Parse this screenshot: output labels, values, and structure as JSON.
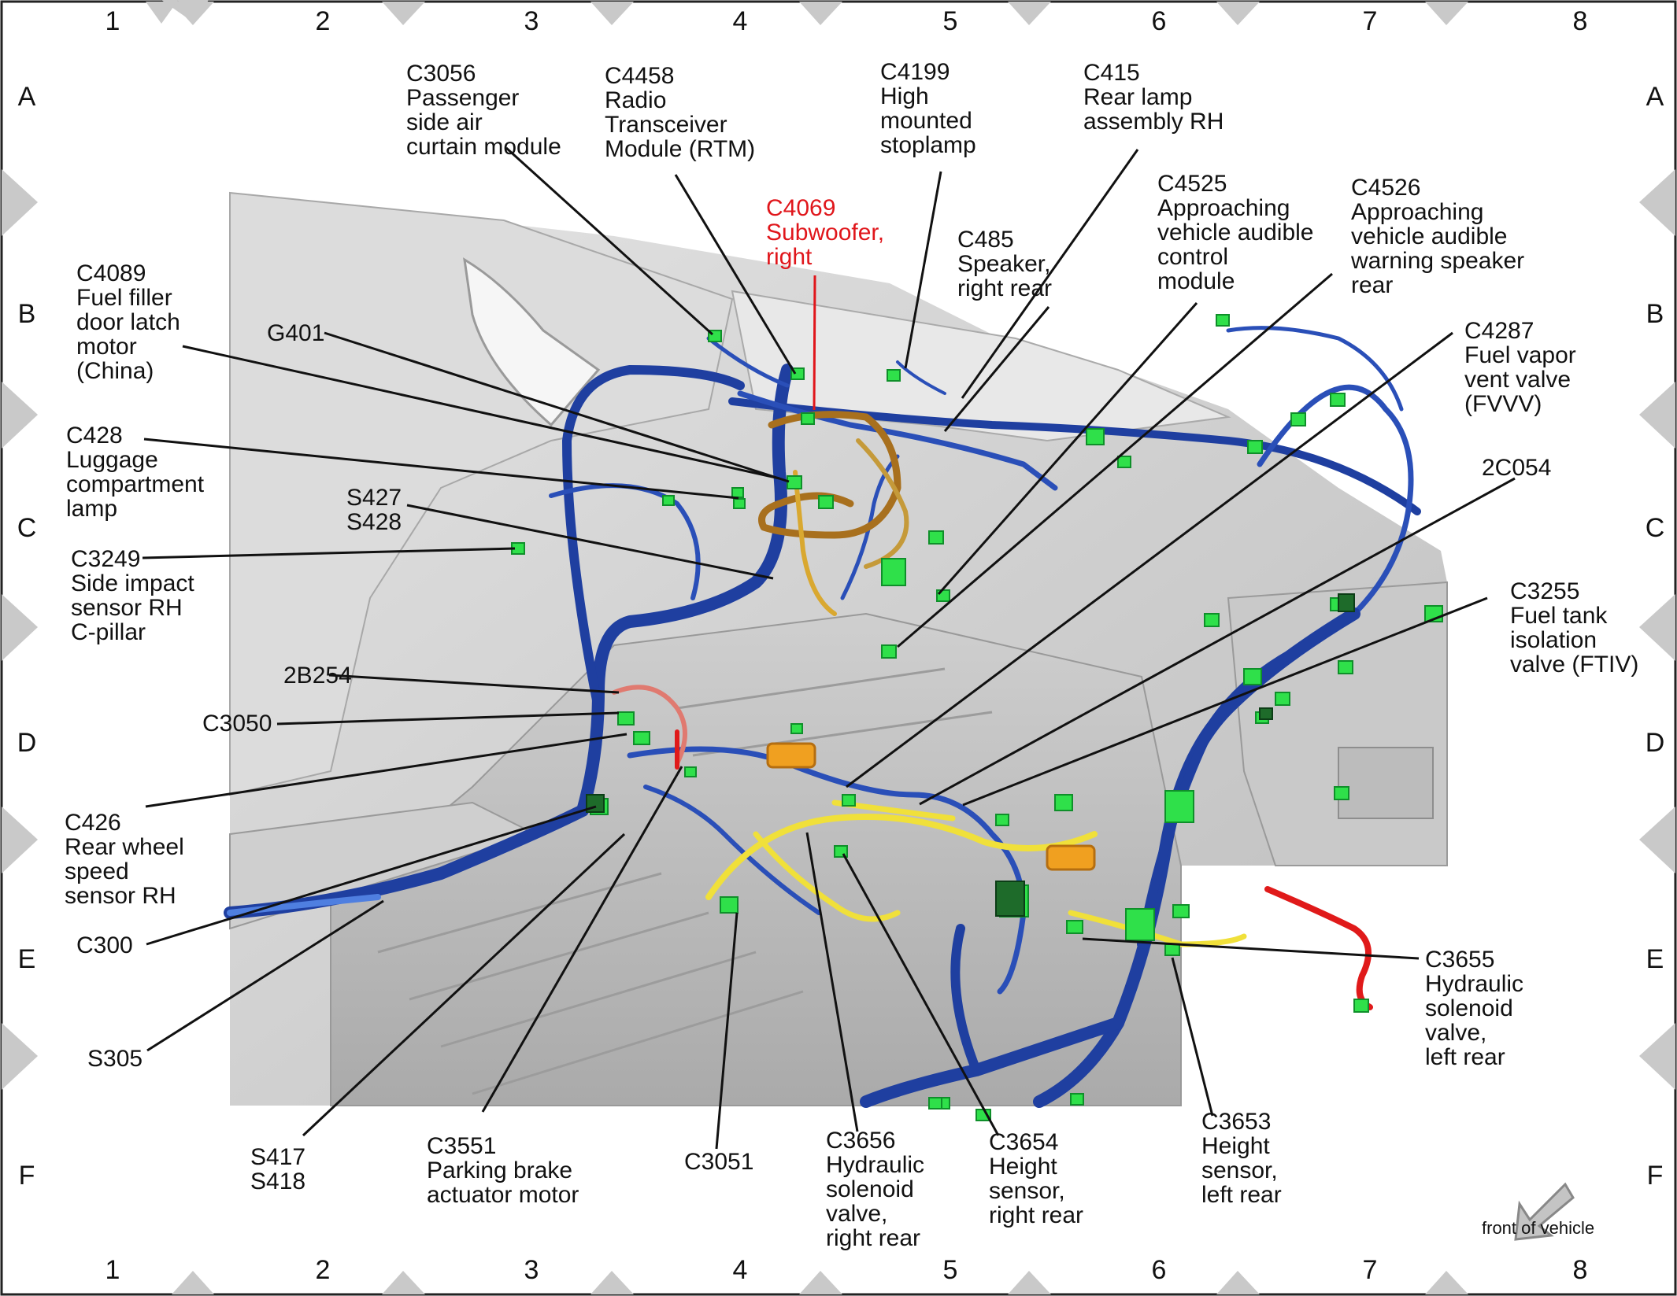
{
  "grid": {
    "columns": [
      "1",
      "2",
      "3",
      "4",
      "5",
      "6",
      "7",
      "8"
    ],
    "rows": [
      "A",
      "B",
      "C",
      "D",
      "E",
      "F"
    ]
  },
  "callouts": [
    {
      "id": "c3056",
      "lines": [
        "C3056",
        "Passenger",
        "side air",
        "curtain module"
      ]
    },
    {
      "id": "c4458",
      "lines": [
        "C4458",
        "Radio",
        "Transceiver",
        "Module (RTM)"
      ]
    },
    {
      "id": "c4199",
      "lines": [
        "C4199",
        "High",
        "mounted",
        "stoplamp"
      ]
    },
    {
      "id": "c415",
      "lines": [
        "C415",
        "Rear lamp",
        "assembly RH"
      ]
    },
    {
      "id": "c4069",
      "lines": [
        "C4069",
        "Subwoofer,",
        "right"
      ],
      "highlight": true
    },
    {
      "id": "c485",
      "lines": [
        "C485",
        "Speaker,",
        "right rear"
      ]
    },
    {
      "id": "c4525",
      "lines": [
        "C4525",
        "Approaching",
        "vehicle audible",
        "control",
        "module"
      ]
    },
    {
      "id": "c4526",
      "lines": [
        "C4526",
        "Approaching",
        "vehicle audible",
        "warning speaker",
        "rear"
      ]
    },
    {
      "id": "c4089",
      "lines": [
        "C4089",
        "Fuel filler",
        "door latch",
        "motor",
        "(China)"
      ]
    },
    {
      "id": "g401",
      "lines": [
        "G401"
      ]
    },
    {
      "id": "c4287",
      "lines": [
        "C4287",
        "Fuel vapor",
        "vent valve",
        "(FVVV)"
      ]
    },
    {
      "id": "c428",
      "lines": [
        "C428",
        "Luggage",
        "compartment",
        "lamp"
      ]
    },
    {
      "id": "s427",
      "lines": [
        "S427",
        "S428"
      ]
    },
    {
      "id": "c2054",
      "lines": [
        "2C054"
      ]
    },
    {
      "id": "c3249",
      "lines": [
        "C3249",
        "Side impact",
        "sensor RH",
        "C-pillar"
      ]
    },
    {
      "id": "c3255",
      "lines": [
        "C3255",
        "Fuel tank",
        "isolation",
        "valve (FTIV)"
      ]
    },
    {
      "id": "b2b254",
      "lines": [
        "2B254"
      ]
    },
    {
      "id": "c3050",
      "lines": [
        "C3050"
      ]
    },
    {
      "id": "c426",
      "lines": [
        "C426",
        "Rear wheel",
        "speed",
        "sensor RH"
      ]
    },
    {
      "id": "c300",
      "lines": [
        "C300"
      ]
    },
    {
      "id": "c3655",
      "lines": [
        "C3655",
        "Hydraulic",
        "solenoid",
        "valve,",
        "left rear"
      ]
    },
    {
      "id": "s305",
      "lines": [
        "S305"
      ]
    },
    {
      "id": "c3653",
      "lines": [
        "C3653",
        "Height",
        "sensor,",
        "left rear"
      ]
    },
    {
      "id": "s417",
      "lines": [
        "S417",
        "S418"
      ]
    },
    {
      "id": "c3551",
      "lines": [
        "C3551",
        "Parking brake",
        "actuator motor"
      ]
    },
    {
      "id": "c3051",
      "lines": [
        "C3051"
      ]
    },
    {
      "id": "c3656",
      "lines": [
        "C3656",
        "Hydraulic",
        "solenoid",
        "valve,",
        "right rear"
      ]
    },
    {
      "id": "c3654",
      "lines": [
        "C3654",
        "Height",
        "sensor,",
        "right rear"
      ]
    }
  ],
  "direction_indicator": "front of vehicle",
  "colors": {
    "harness_main": "#1f3fa0",
    "harness_light": "#3a62c8",
    "harness_yellow": "#f0e03a",
    "harness_brown": "#a8701e",
    "harness_red": "#e01a1a",
    "connector": "#2fe04a",
    "highlight_text": "#e0161b",
    "body_gray": "#d2d2d2",
    "diamond_gray": "#c8c8c8"
  }
}
